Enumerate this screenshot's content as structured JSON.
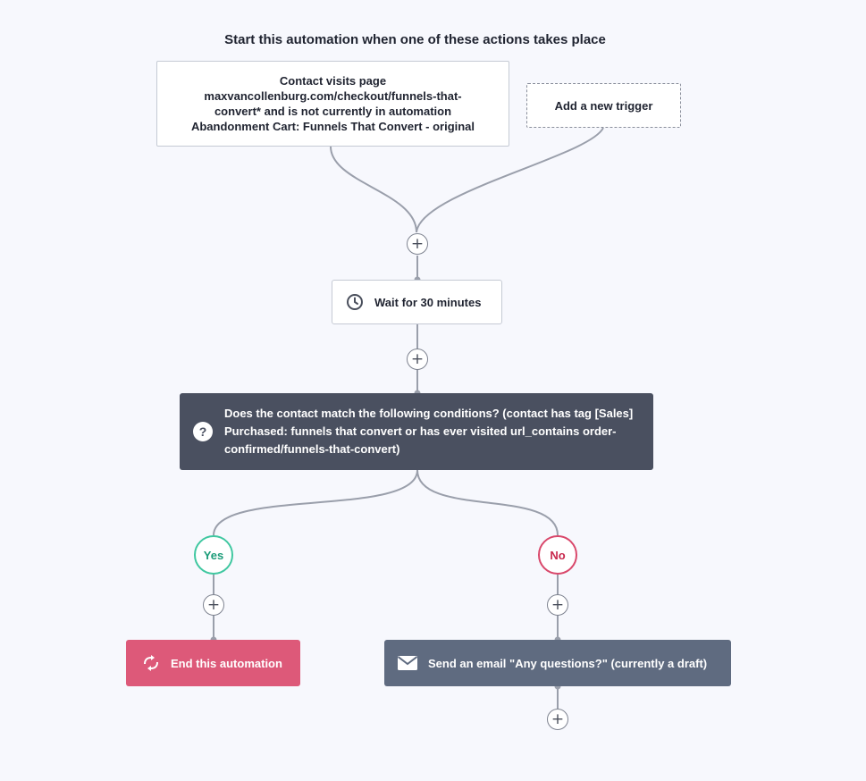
{
  "header": {
    "title": "Start this automation when one of these actions takes place"
  },
  "trigger": {
    "text": "Contact visits page\nmaxvancollenburg.com/checkout/funnels-that-\nconvert* and is not currently in automation\nAbandonment Cart: Funnels That Convert - original"
  },
  "add_trigger": {
    "label": "Add a new trigger"
  },
  "add_step_symbol": "+",
  "wait": {
    "label": "Wait for 30 minutes",
    "icon": "clock-icon"
  },
  "condition": {
    "text": "Does the contact match the following conditions? (contact has tag [Sales] Purchased: funnels that convert or has ever visited url_contains order-confirmed/funnels-that-convert)",
    "icon_glyph": "?",
    "icon": "question-icon"
  },
  "branches": {
    "yes": {
      "label": "Yes",
      "color": "#3fc7a0"
    },
    "no": {
      "label": "No",
      "color": "#d9486b"
    }
  },
  "end_action": {
    "label": "End this automation",
    "icon": "refresh-arrows-icon",
    "color": "#dd5979"
  },
  "email_action": {
    "label": "Send an email \"Any questions?\" (currently a draft)",
    "icon": "envelope-icon",
    "color": "#5f6b80"
  },
  "colors": {
    "background": "#f7f8fd",
    "connector": "#9a9fab",
    "condition_bg": "#4a5060"
  }
}
